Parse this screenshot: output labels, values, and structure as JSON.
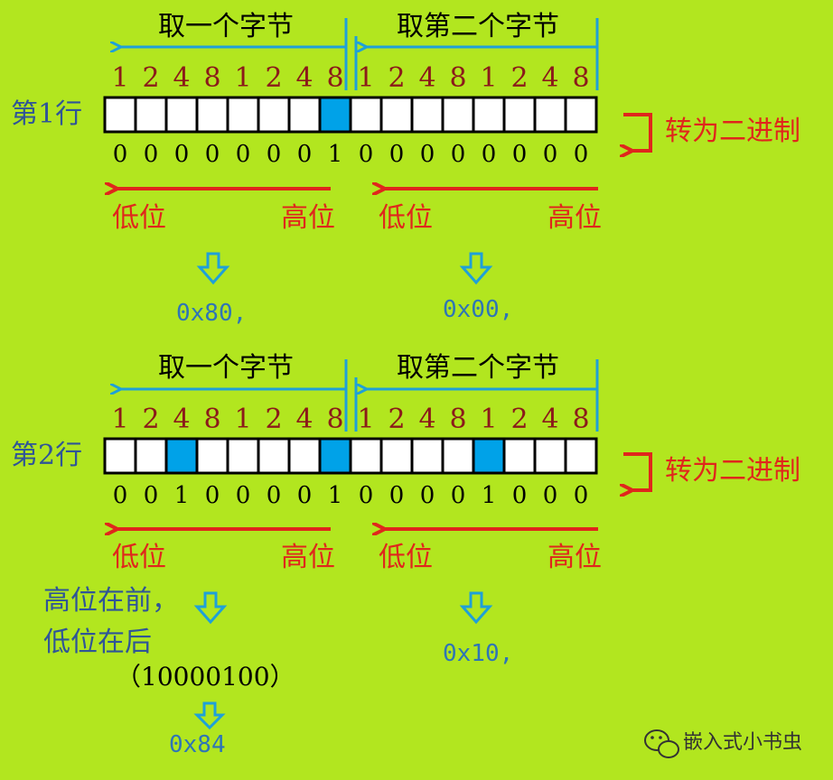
{
  "byte_titles": {
    "first": "取一个字节",
    "second": "取第二个字节"
  },
  "weights": [
    "1",
    "2",
    "4",
    "8",
    "1",
    "2",
    "4",
    "8",
    "1",
    "2",
    "4",
    "8",
    "1",
    "2",
    "4",
    "8"
  ],
  "convert_label": "转为二进制",
  "low_label": "低位",
  "high_label": "高位",
  "rows": [
    {
      "label": "第1行",
      "bits": [
        "0",
        "0",
        "0",
        "0",
        "0",
        "0",
        "0",
        "1",
        "0",
        "0",
        "0",
        "0",
        "0",
        "0",
        "0",
        "0"
      ],
      "hex_first": "0x80,",
      "hex_second": "0x00,"
    },
    {
      "label": "第2行",
      "bits": [
        "0",
        "0",
        "1",
        "0",
        "0",
        "0",
        "0",
        "1",
        "0",
        "0",
        "0",
        "0",
        "1",
        "0",
        "0",
        "0"
      ],
      "hex_second": "0x10,"
    }
  ],
  "note": {
    "line1": "高位在前，",
    "line2": "低位在后",
    "binary": "（10000100）",
    "hex": "0x84"
  },
  "watermark": "嵌入式小书虫",
  "colors": {
    "background": "#b2e61f",
    "filled_cell": "#00a2e8",
    "blue_arrow": "#1fa0d8",
    "red_arrow": "#e0261c",
    "weight_text": "#8b1a1a"
  }
}
